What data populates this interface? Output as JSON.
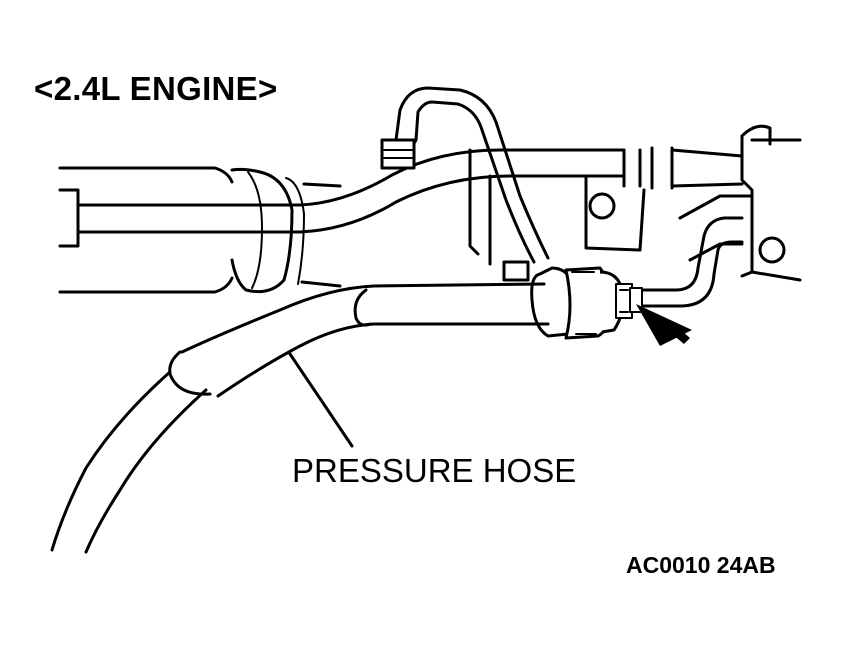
{
  "diagram": {
    "title": "<2.4L ENGINE>",
    "callout_label": "PRESSURE HOSE",
    "figure_code": "AC0010 24AB"
  },
  "colors": {
    "line": "#000000",
    "background": "#ffffff"
  },
  "icons": {
    "arrow": "arrow-pointer-icon"
  }
}
